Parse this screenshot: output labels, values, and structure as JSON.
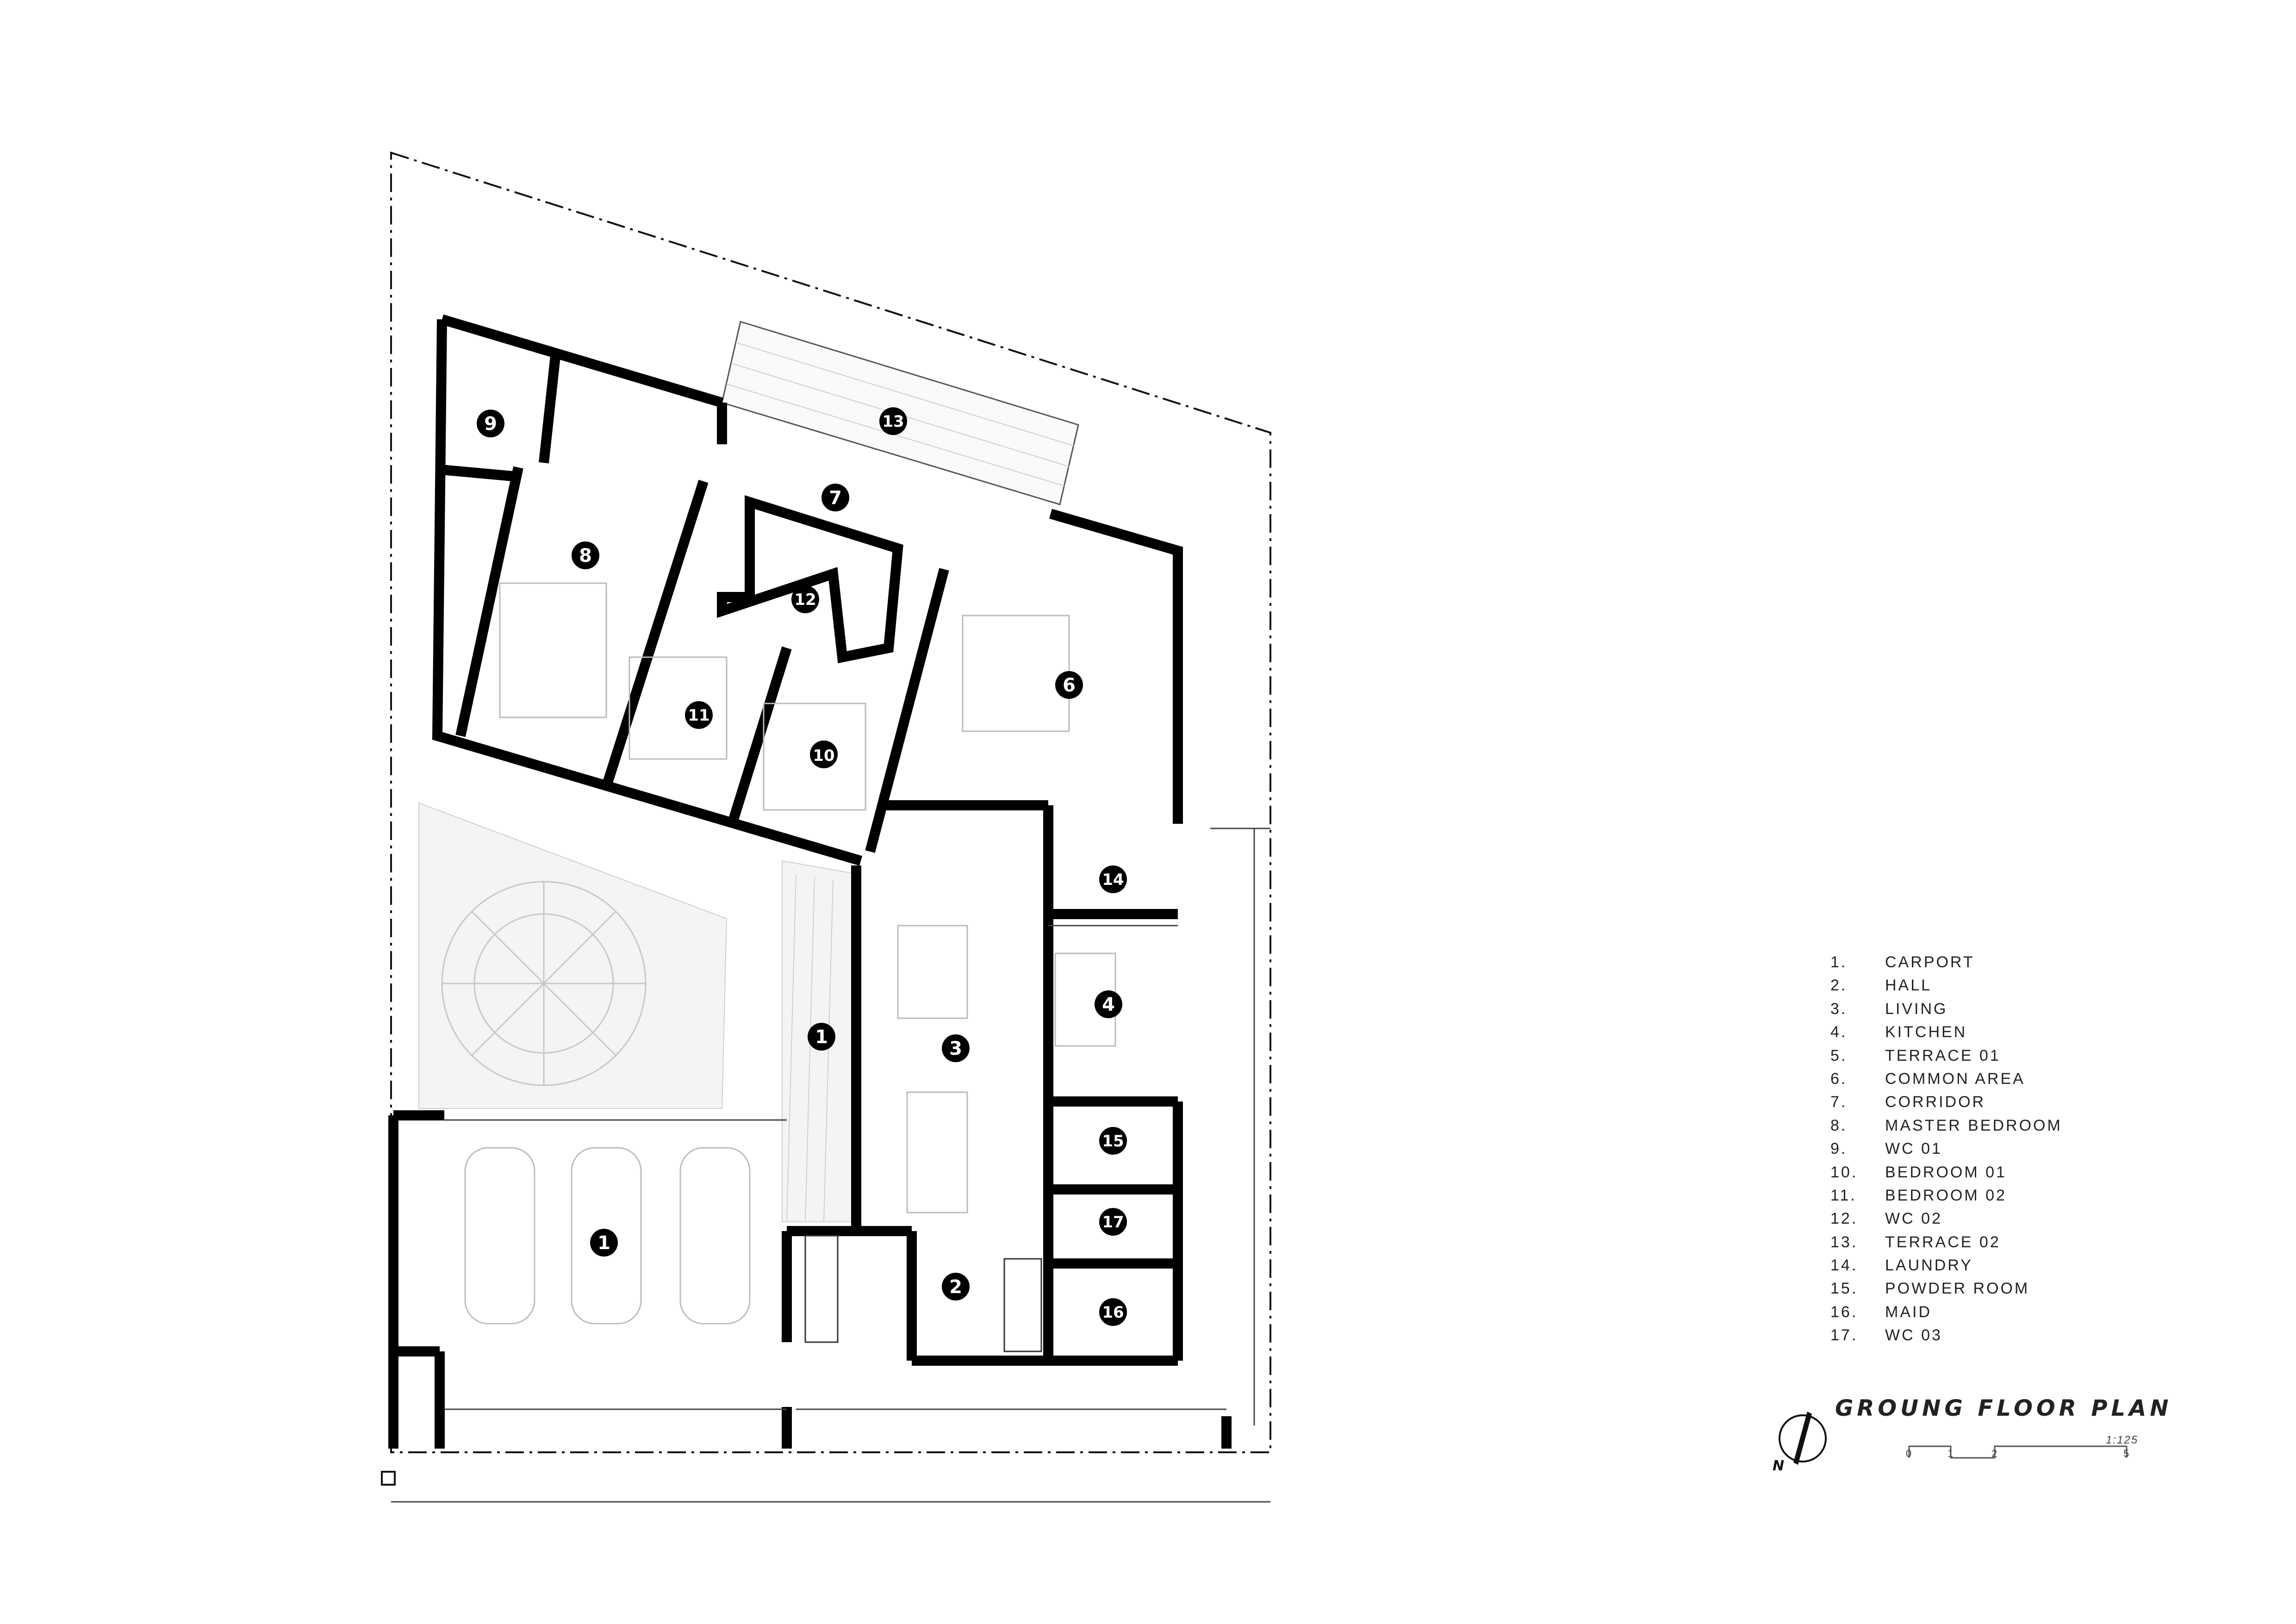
{
  "rooms": [
    {
      "n": "1"
    },
    {
      "n": "1"
    },
    {
      "n": "2"
    },
    {
      "n": "3"
    },
    {
      "n": "4"
    },
    {
      "n": "6"
    },
    {
      "n": "7"
    },
    {
      "n": "8"
    },
    {
      "n": "9"
    },
    {
      "n": "10"
    },
    {
      "n": "11"
    },
    {
      "n": "12"
    },
    {
      "n": "13"
    },
    {
      "n": "14"
    },
    {
      "n": "15"
    },
    {
      "n": "16"
    },
    {
      "n": "17"
    }
  ],
  "legend": [
    {
      "no": "1.",
      "name": "CARPORT"
    },
    {
      "no": "2.",
      "name": "HALL"
    },
    {
      "no": "3.",
      "name": "LIVING"
    },
    {
      "no": "4.",
      "name": "KITCHEN"
    },
    {
      "no": "5.",
      "name": "TERRACE 01"
    },
    {
      "no": "6.",
      "name": "COMMON AREA"
    },
    {
      "no": "7.",
      "name": "CORRIDOR"
    },
    {
      "no": "8.",
      "name": "MASTER BEDROOM"
    },
    {
      "no": "9.",
      "name": "WC 01"
    },
    {
      "no": "10.",
      "name": "BEDROOM 01"
    },
    {
      "no": "11.",
      "name": "BEDROOM 02"
    },
    {
      "no": "12.",
      "name": "WC 02"
    },
    {
      "no": "13.",
      "name": "TERRACE 02"
    },
    {
      "no": "14.",
      "name": "LAUNDRY"
    },
    {
      "no": "15.",
      "name": "POWDER ROOM"
    },
    {
      "no": "16.",
      "name": "MAID"
    },
    {
      "no": "17.",
      "name": "WC 03"
    }
  ],
  "title": "GROUNG FLOOR PLAN",
  "scale": {
    "label": "1:125",
    "ticks": [
      "0",
      "1",
      "2",
      "5"
    ]
  },
  "north": "N"
}
